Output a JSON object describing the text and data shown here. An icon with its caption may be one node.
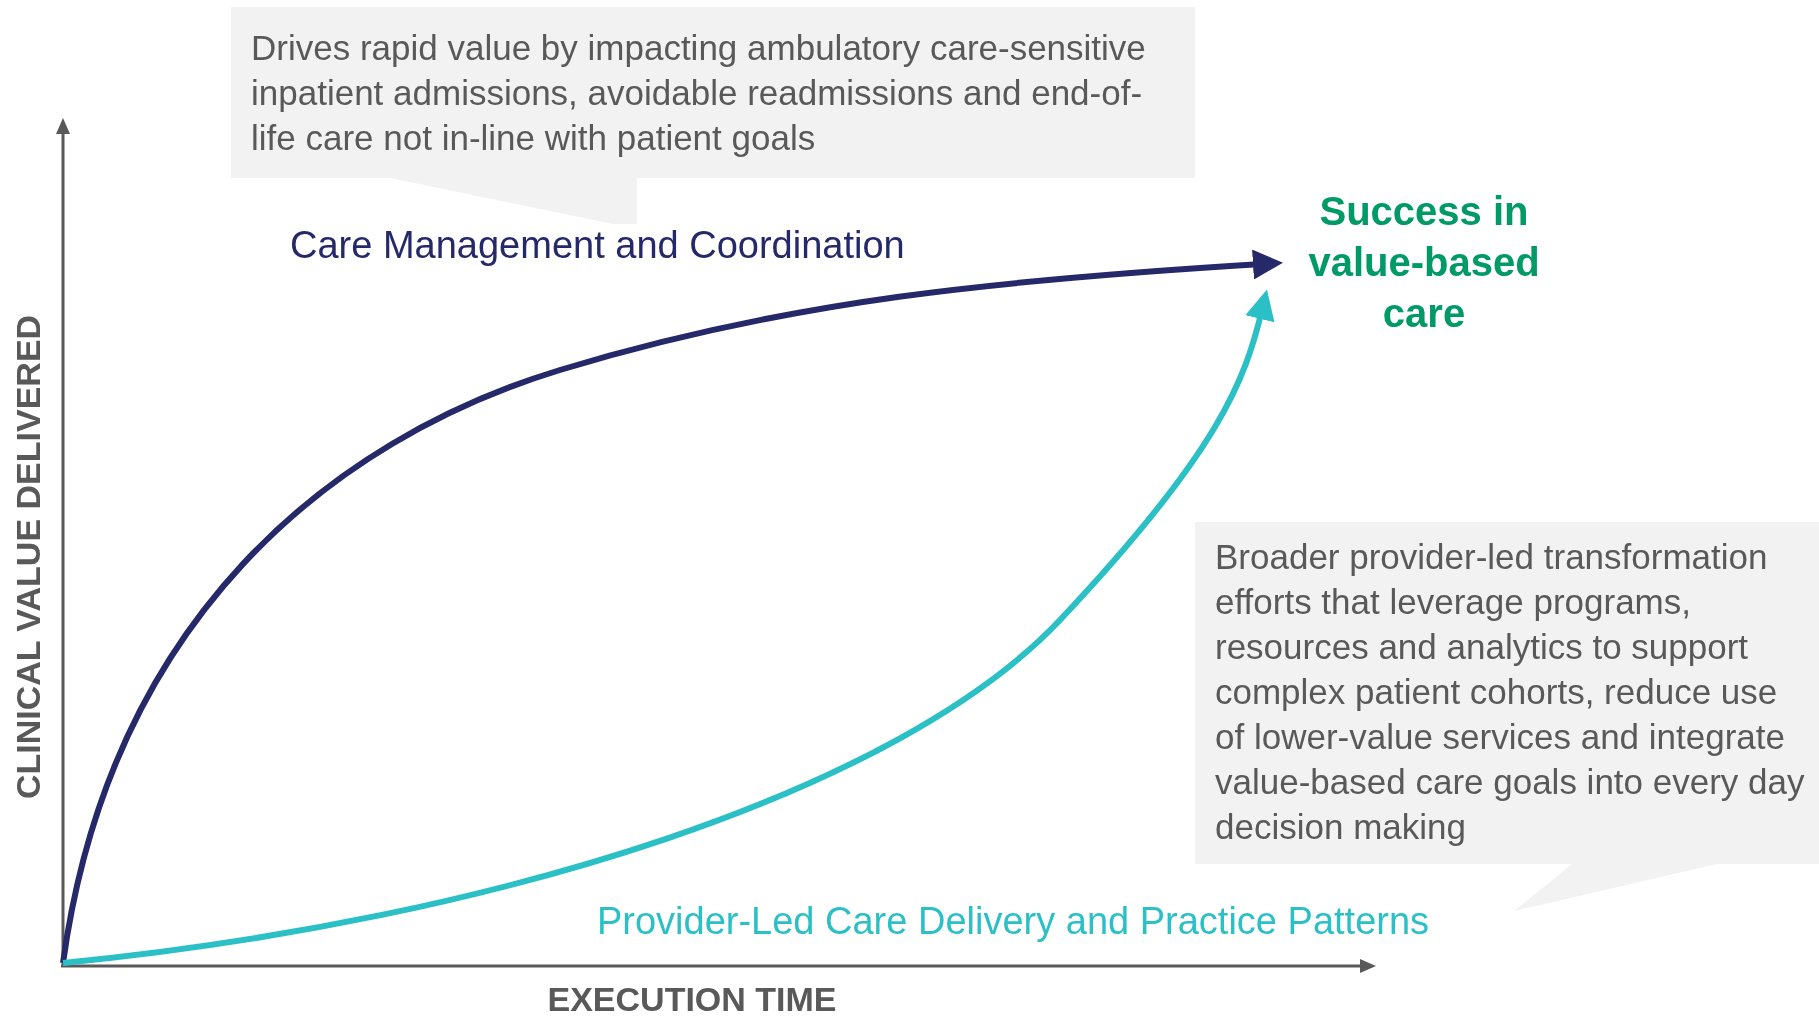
{
  "diagram": {
    "nodes": [
      {
        "text": [
          "Drives rapid value by impacting ambulatory care-sensitive inpatient admissions, avoidable readmissions and end-of-life care not in-line with patient goals"
        ]
      },
      {
        "text": [
          "Broader provider-led transformation efforts that leverage programs, resources and analytics to support complex patient cohorts, reduce use of lower-value services and integrate value-based care goals into every day decision making"
        ]
      },
      {
        "text": [
          "Success in value-based care"
        ]
      }
    ],
    "edges": [
      {
        "from": null,
        "to": 2,
        "arrow": "to",
        "label": "Care Management and Coordination",
        "color": "#25296a"
      },
      {
        "from": null,
        "to": 2,
        "arrow": "to",
        "label": "Provider-Led Care Delivery and Practice Patterns",
        "color": "#2bbfc6"
      }
    ],
    "labels": [
      "CLINICAL VALUE DELIVERED",
      "EXECUTION TIME"
    ]
  }
}
